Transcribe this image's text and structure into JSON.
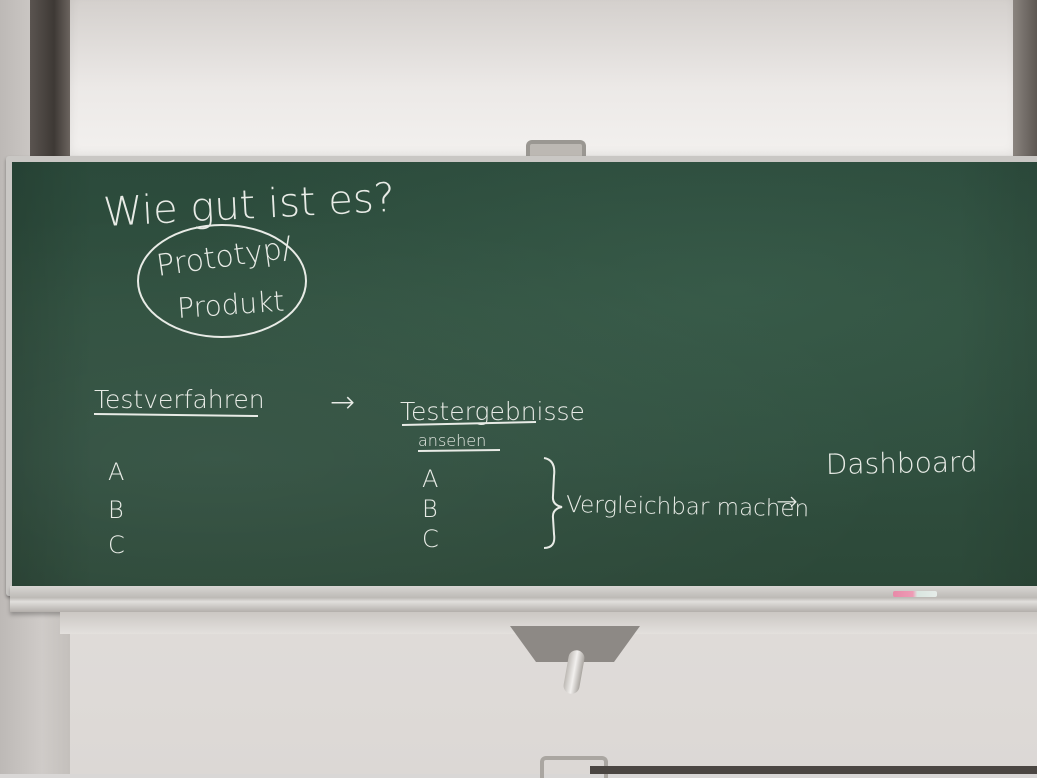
{
  "chalkboard": {
    "title": "Wie gut ist es?",
    "circled_line_1": "Prototyp/",
    "circled_line_2": "Produkt",
    "testverfahren": "Testverfahren",
    "arrow_1": "→",
    "testergebnisse": "Testergebnisse",
    "ansehen": "ansehen",
    "list_left": [
      "A",
      "B",
      "C"
    ],
    "list_mid": [
      "A",
      "B",
      "C"
    ],
    "vergleichbar": "Vergleichbar machen",
    "arrow_2": "→",
    "dashboard": "Dashboard"
  },
  "colors": {
    "board": "#2f4e3e",
    "chalk": "#e8ebe6",
    "frame": "#c9c7c4"
  }
}
